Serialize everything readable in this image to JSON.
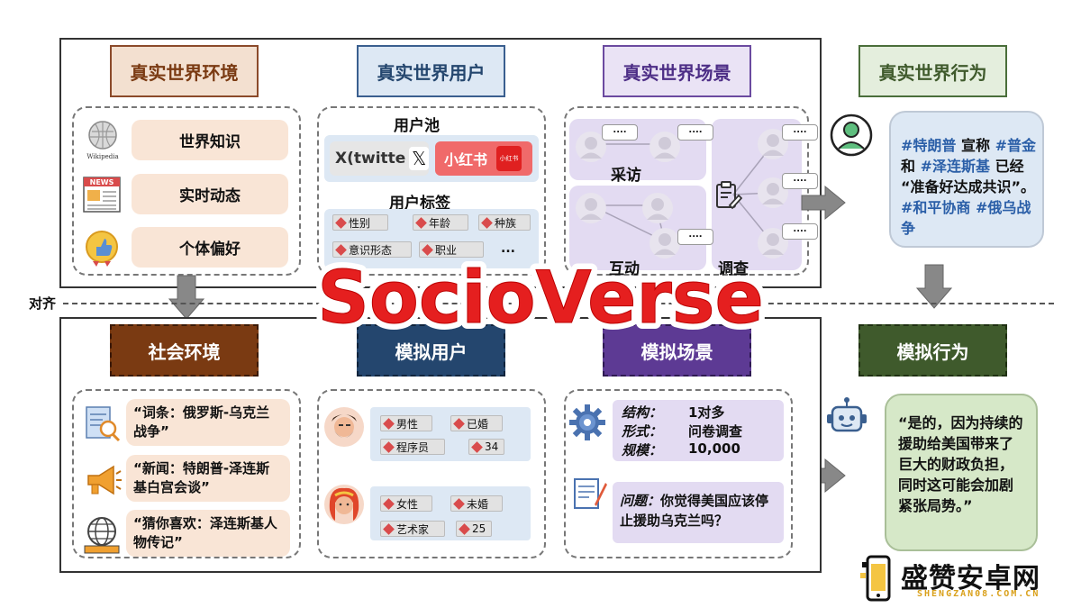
{
  "align_label": "对齐",
  "top": {
    "env_header": "真实世界环境",
    "user_header": "真实世界用户",
    "scene_header": "真实世界场景",
    "behavior_header": "真实世界行为",
    "env_items": [
      "世界知识",
      "实时动态",
      "个体偏好"
    ],
    "wiki_label": "Wikipedia",
    "news_label": "NEWS",
    "user_pool_title": "用户池",
    "x_label": "X(twitte",
    "xhs_label": "小红书",
    "xhs_logo": "小红书",
    "user_tags_title": "用户标签",
    "user_tags": [
      "性别",
      "年龄",
      "种族",
      "意识形态",
      "职业"
    ],
    "tags_more": "...",
    "scene_labels": {
      "interview": "采访",
      "interaction": "互动",
      "survey": "调查"
    },
    "dots": "....",
    "behavior_text_1": "#特朗普",
    "behavior_text_2": " 宣称 ",
    "behavior_text_3": "#普金",
    "behavior_text_4": " 和 ",
    "behavior_text_5": "#泽连斯基",
    "behavior_text_6": " 已经 “准备好达成共识”。",
    "behavior_text_7": "#和平协商",
    "behavior_text_8": " ",
    "behavior_text_9": "#俄乌战争"
  },
  "bottom": {
    "env_header": "社会环境",
    "user_header": "模拟用户",
    "scene_header": "模拟场景",
    "behavior_header": "模拟行为",
    "env_items": [
      "“词条：俄罗斯-乌克兰战争”",
      "“新闻：特朗普-泽连斯基白宫会谈”",
      "“猜你喜欢：泽连斯基人物传记”"
    ],
    "user1_tags": [
      "男性",
      "已婚",
      "程序员",
      "34"
    ],
    "user2_tags": [
      "女性",
      "未婚",
      "艺术家",
      "25"
    ],
    "scene_keys": [
      "结构：",
      "形式：",
      "规模："
    ],
    "scene_values": [
      "1对多",
      "问卷调查",
      "10,000"
    ],
    "question_key": "问题：",
    "question_text": "你觉得美国应该停止援助乌克兰吗？",
    "behavior_text": "“是的，因为持续的援助给美国带来了巨大的财政负担，同时这可能会加剧紧张局势。”"
  },
  "overlay_title": "SocioVerse",
  "watermark": {
    "name": "盛赞安卓网",
    "url": "SHENGZAN08.COM.CN"
  },
  "colors": {
    "env_top": "#f3e0d0",
    "env_top_border": "#8b4a2a",
    "user_top": "#dde8f4",
    "user_top_border": "#3a5f8f",
    "scene_top": "#eae3f5",
    "scene_top_border": "#6b4aa0",
    "behavior_top": "#e4eedd",
    "behavior_top_border": "#4a6e3a",
    "env_bot": "#7a3a12",
    "user_bot": "#24466e",
    "scene_bot": "#5d3a94",
    "behavior_bot": "#3f5a2c",
    "title_red": "#e51f1f"
  }
}
